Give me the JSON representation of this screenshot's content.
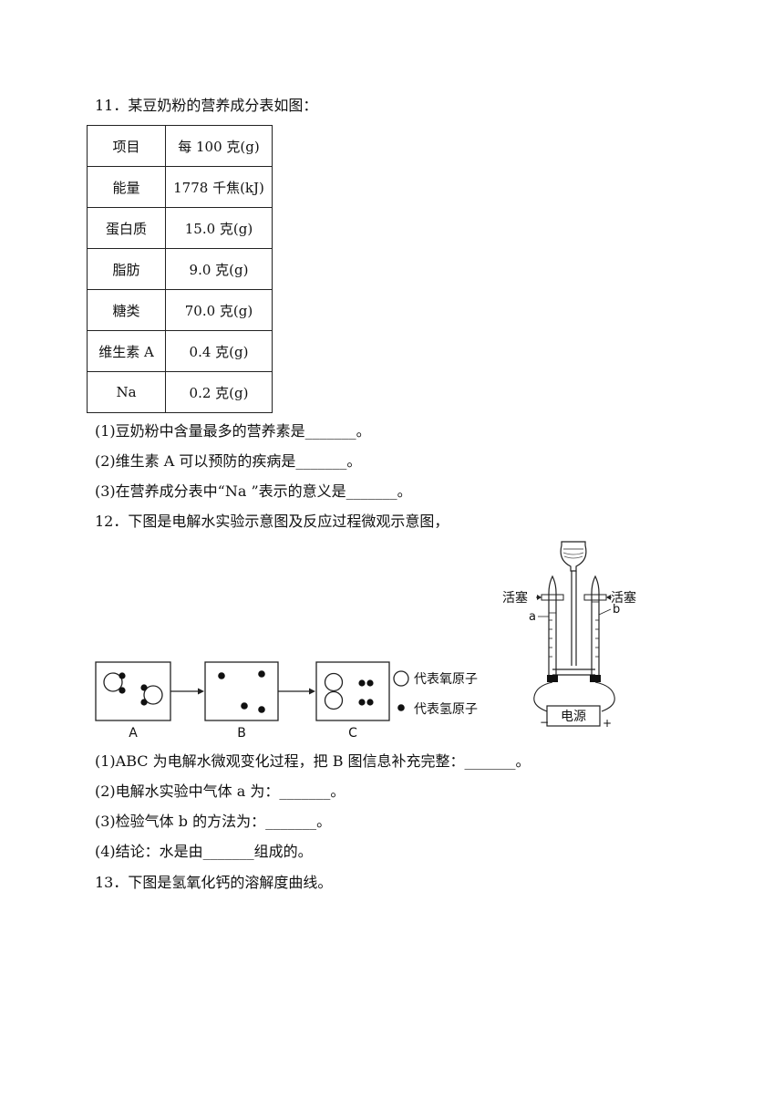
{
  "q11": {
    "title": "11．某豆奶粉的营养成分表如图：",
    "table": {
      "rows": [
        [
          "项目",
          "每 100 克(g)"
        ],
        [
          "能量",
          "1778 千焦(kJ)"
        ],
        [
          "蛋白质",
          "15.0 克(g)"
        ],
        [
          "脂肪",
          "9.0 克(g)"
        ],
        [
          "糖类",
          "70.0 克(g)"
        ],
        [
          "维生素 A",
          "0.4 克(g)"
        ],
        [
          "Na",
          "0.2 克(g)"
        ]
      ]
    },
    "sub1": "(1)豆奶粉中含量最多的营养素是_______。",
    "sub2": "(2)维生素 A 可以预防的疾病是_______。",
    "sub3": "(3)在营养成分表中“Na ”表示的意义是_______。"
  },
  "q12": {
    "title": "12．下图是电解水实验示意图及反应过程微观示意图，",
    "diagram": {
      "box_a": "A",
      "box_b": "B",
      "box_c": "C",
      "legend_oxygen": "代表氧原子",
      "legend_hydrogen": "代表氢原子",
      "stopcock_left": "活塞",
      "stopcock_right": "活塞",
      "tube_a": "a",
      "tube_b": "b",
      "power": "电源",
      "minus": "−",
      "plus": "+"
    },
    "sub1": "(1)ABC 为电解水微观变化过程，把 B 图信息补充完整：_______。",
    "sub2": "(2)电解水实验中气体 a 为：_______。",
    "sub3": "(3)检验气体 b 的方法为：_______。",
    "sub4": "(4)结论：水是由_______组成的。"
  },
  "q13": {
    "title": "13．下图是氢氧化钙的溶解度曲线。"
  }
}
